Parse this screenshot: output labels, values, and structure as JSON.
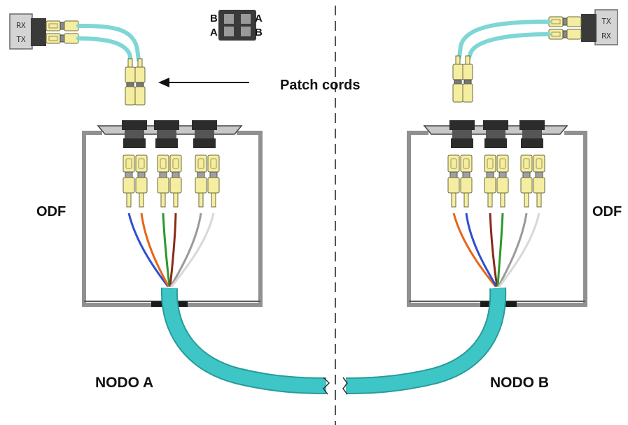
{
  "labels": {
    "patch_cords": "Patch cords",
    "odf_left": "ODF",
    "odf_right": "ODF",
    "node_a": "NODO A",
    "node_b": "NODO B"
  },
  "transceiver_left": {
    "top": "RX",
    "bottom": "TX"
  },
  "transceiver_right": {
    "top": "TX",
    "bottom": "RX"
  },
  "adapter_legend": {
    "left_top": "B",
    "left_bottom": "A",
    "right_top": "A",
    "right_bottom": "B"
  },
  "colors": {
    "trunk_cable": "#3ec6c6",
    "patch_cord": "#7fd6d6",
    "connector": "#f5eea0",
    "odf_frame": "#909090",
    "fiber_blue": "#2f4fd0",
    "fiber_orange": "#e8651a",
    "fiber_green": "#2a9a2a",
    "fiber_brown": "#8a2a1a",
    "fiber_gray": "#9a9a9a",
    "fiber_white": "#d8d8d8"
  }
}
